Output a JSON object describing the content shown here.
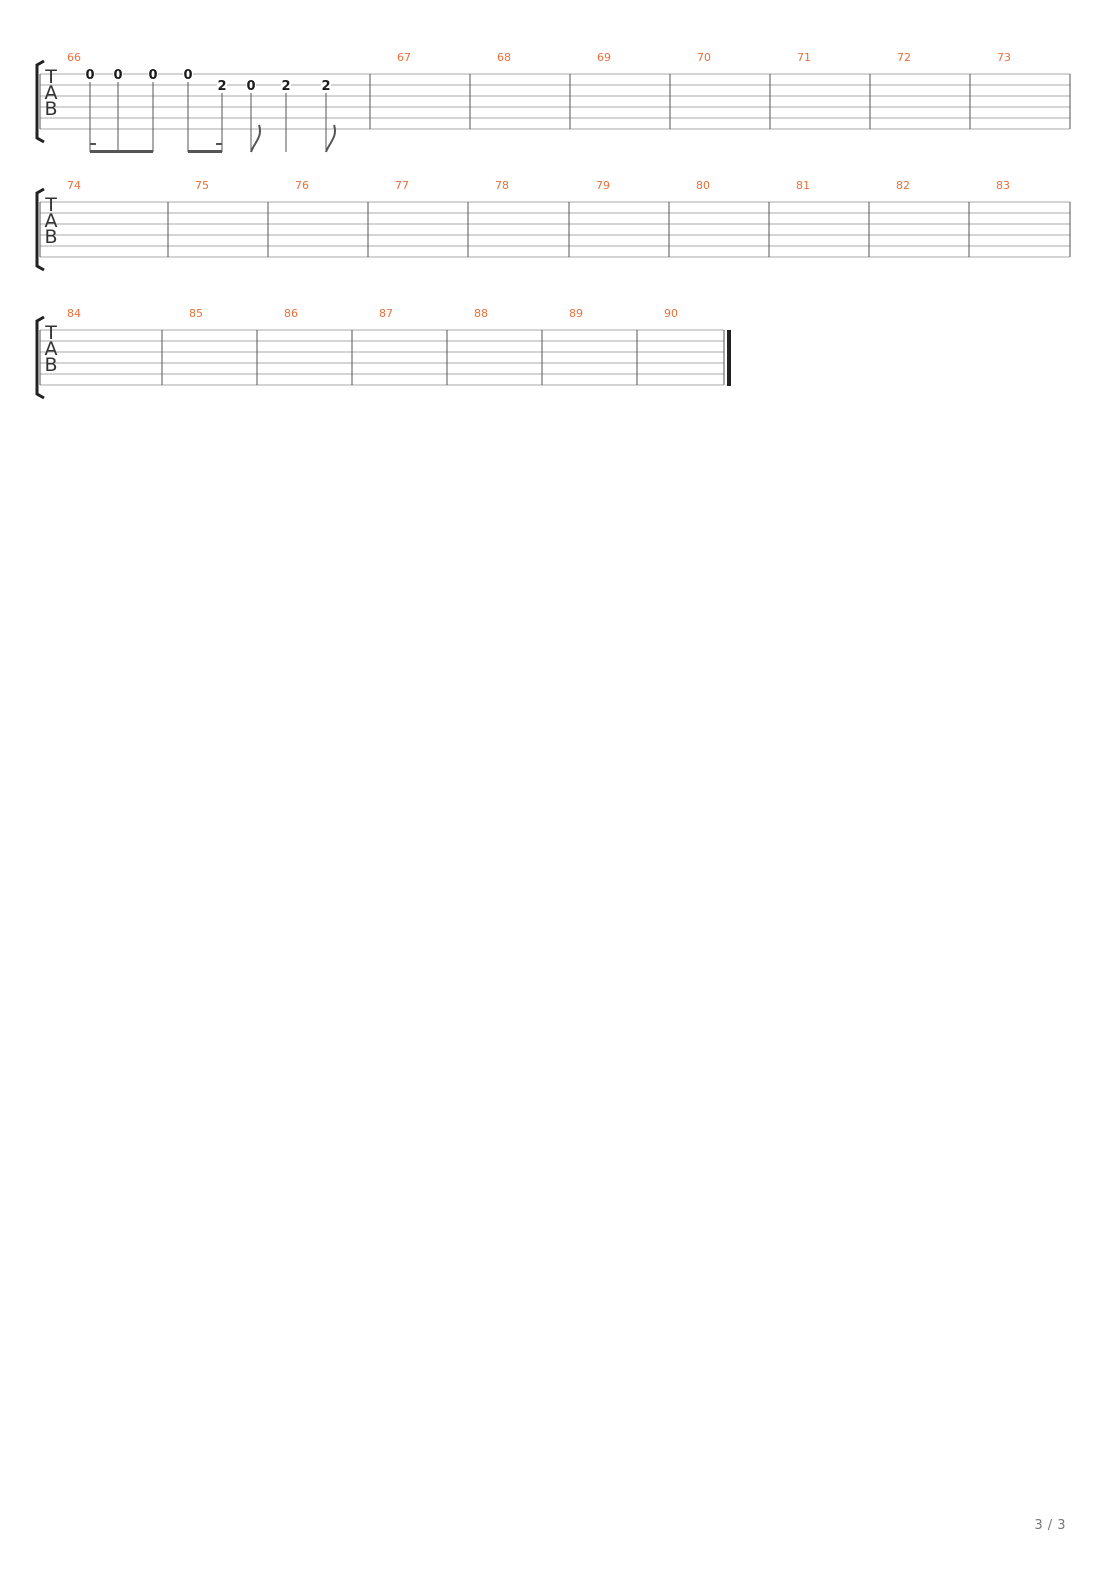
{
  "tab_label": [
    "T",
    "A",
    "B"
  ],
  "systems": [
    {
      "measures": [
        "66",
        "67",
        "68",
        "69",
        "70",
        "71",
        "72",
        "73"
      ],
      "notes": [
        {
          "fret": "0",
          "string": 1
        },
        {
          "fret": "0",
          "string": 1
        },
        {
          "fret": "0",
          "string": 1
        },
        {
          "fret": "0",
          "string": 1
        },
        {
          "fret": "2",
          "string": 2
        },
        {
          "fret": "0",
          "string": 2
        },
        {
          "fret": "2",
          "string": 2
        },
        {
          "fret": "2",
          "string": 2
        }
      ]
    },
    {
      "measures": [
        "74",
        "75",
        "76",
        "77",
        "78",
        "79",
        "80",
        "81",
        "82",
        "83"
      ],
      "notes": []
    },
    {
      "measures": [
        "84",
        "85",
        "86",
        "87",
        "88",
        "89",
        "90"
      ],
      "notes": [],
      "final_barline": true
    }
  ],
  "page_number": "3 / 3",
  "colors": {
    "measure_number": "#e8703a",
    "staff_line": "#aaaaaa",
    "barline": "#555555",
    "text": "#1a1a1a"
  }
}
